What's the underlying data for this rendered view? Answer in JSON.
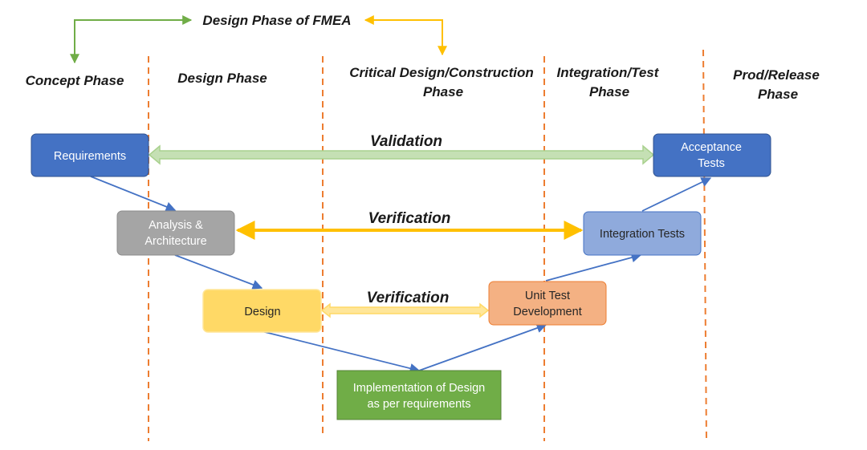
{
  "title": "Design Phase of FMEA",
  "phases": {
    "concept": "Concept Phase",
    "design": "Design Phase",
    "critical_line1": "Critical Design/Construction",
    "critical_line2": "Phase",
    "integration_line1": "Integration/Test",
    "integration_line2": "Phase",
    "prod_line1": "Prod/Release",
    "prod_line2": "Phase"
  },
  "boxes": {
    "requirements": "Requirements",
    "analysis_line1": "Analysis &",
    "analysis_line2": "Architecture",
    "design": "Design",
    "implementation_line1": "Implementation of Design",
    "implementation_line2": "as per requirements",
    "unit_test_line1": "Unit Test",
    "unit_test_line2": "Development",
    "integration_tests": "Integration Tests",
    "acceptance_line1": "Acceptance",
    "acceptance_line2": "Tests"
  },
  "connectors": {
    "validation": "Validation",
    "verification_upper": "Verification",
    "verification_lower": "Verification"
  },
  "colors": {
    "requirements": "#4472c4",
    "analysis": "#a5a5a5",
    "design": "#ffd966",
    "implementation": "#70ad47",
    "unit_test": "#f4b183",
    "integration_tests": "#8faadc",
    "acceptance": "#4472c4",
    "validation_arrow": "#a9d18e",
    "verification_arrow_upper": "#ffc000",
    "verification_arrow_lower": "#ffd966",
    "flow_arrow": "#4472c4",
    "phase_divider": "#ed7d31",
    "title_arrow_left": "#70ad47",
    "title_arrow_right": "#ffc000"
  }
}
